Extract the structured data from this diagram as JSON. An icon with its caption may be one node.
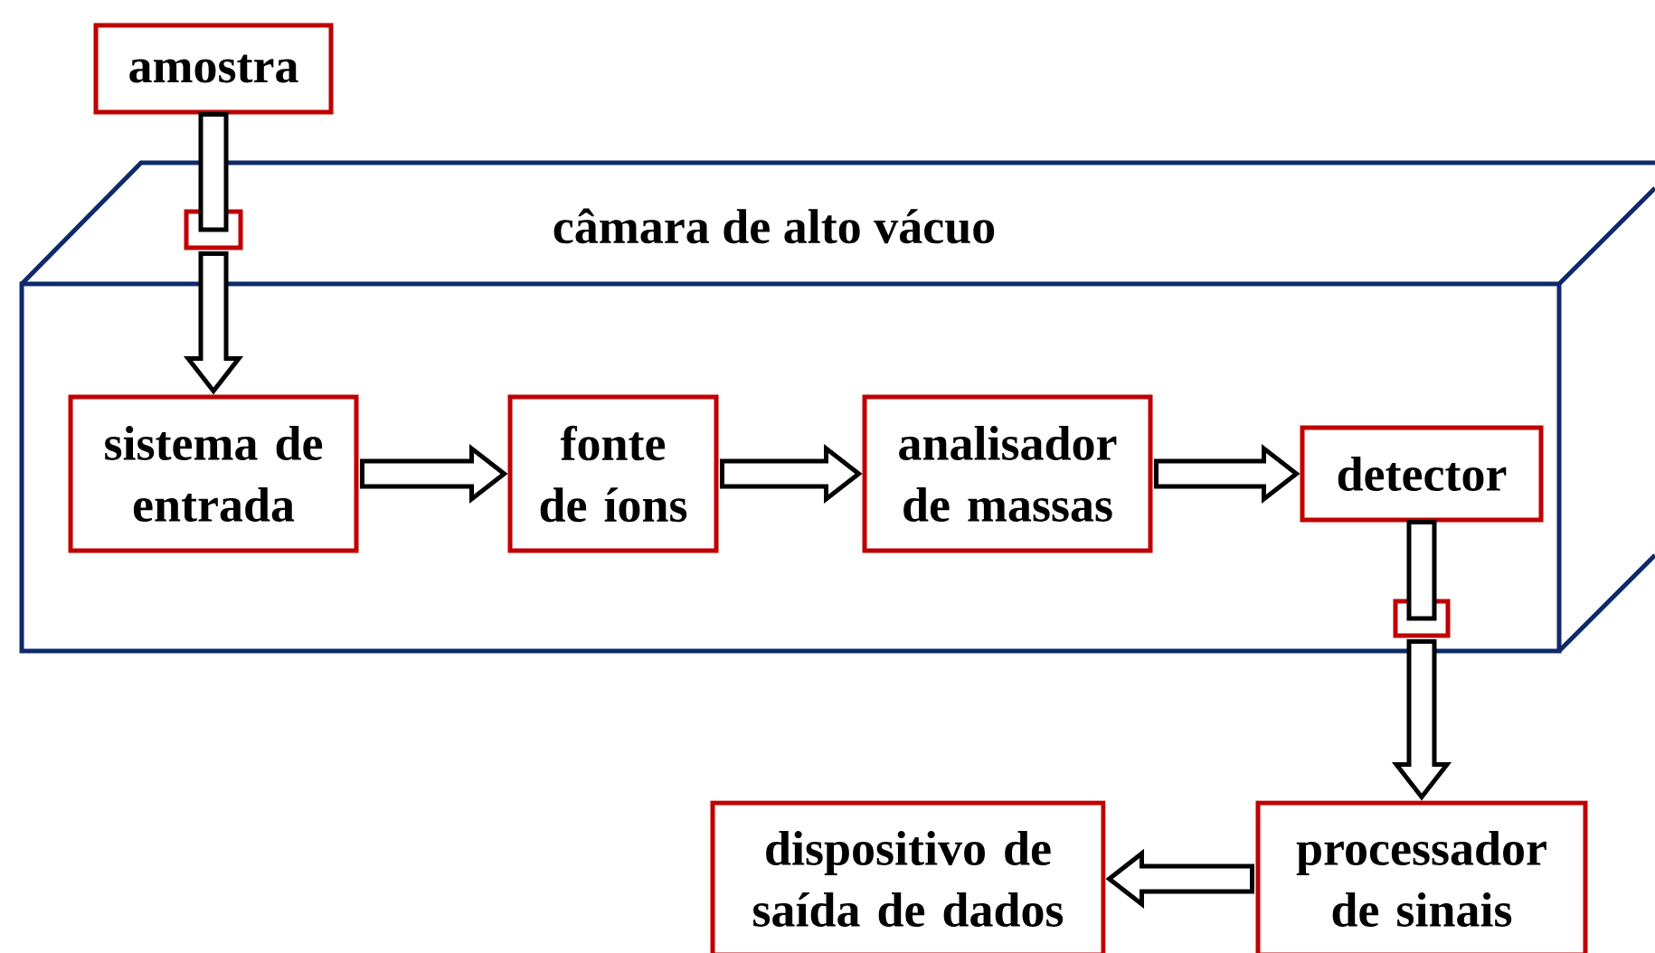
{
  "diagram": {
    "nodes": [
      {
        "text": [
          "amostra"
        ]
      },
      {
        "text": [
          "câmara de alto vácuo"
        ]
      },
      {
        "text": [],
        "shape": "box"
      },
      {
        "text": [
          "sistema de entrada"
        ],
        "in": 1
      },
      {
        "text": [
          "fonte de íons"
        ],
        "in": 1
      },
      {
        "text": [
          "analisador de massas"
        ],
        "in": 1
      },
      {
        "text": [
          "detector"
        ],
        "in": 1
      },
      {
        "text": [],
        "shape": "box",
        "in": 1
      },
      {
        "text": [
          "processador de sinais"
        ]
      },
      {
        "text": [
          "dispositivo de saída de dados"
        ]
      }
    ],
    "edges": [
      {
        "from": 0,
        "to": 2,
        "arrow": "none"
      },
      {
        "from": 2,
        "to": 3,
        "arrow": "to"
      },
      {
        "from": 3,
        "to": 4,
        "arrow": "to"
      },
      {
        "from": 4,
        "to": 5,
        "arrow": "to"
      },
      {
        "from": 5,
        "to": 6,
        "arrow": "to"
      },
      {
        "from": 6,
        "to": 7,
        "arrow": "none"
      },
      {
        "from": 7,
        "to": 8,
        "arrow": "to"
      },
      {
        "from": 8,
        "to": 9,
        "arrow": "to"
      }
    ]
  }
}
